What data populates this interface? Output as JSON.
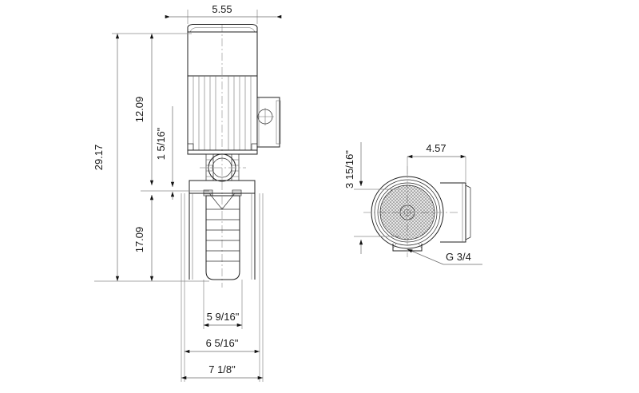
{
  "drawing": {
    "title": "Vertical multistage pump dimensional drawing",
    "background_color": "#ffffff",
    "line_color": "#1f1f1f",
    "text_color": "#1a1a1a"
  },
  "views": {
    "front": {
      "name": "front-elevation-view"
    },
    "side": {
      "name": "top-end-view"
    }
  },
  "dimensions": {
    "top_width": "5.55",
    "overall_height": "29.17",
    "motor_height": "12.09",
    "coupling_height": "1 5/16\"",
    "pump_height": "17.09",
    "base_width_inner": "5 9/16\"",
    "base_width_mid": "6 5/16\"",
    "base_width_outer": "7 1/8\"",
    "side_height": "3 15/16\"",
    "side_width": "4.57"
  },
  "callouts": {
    "port_thread": "G 3/4"
  }
}
